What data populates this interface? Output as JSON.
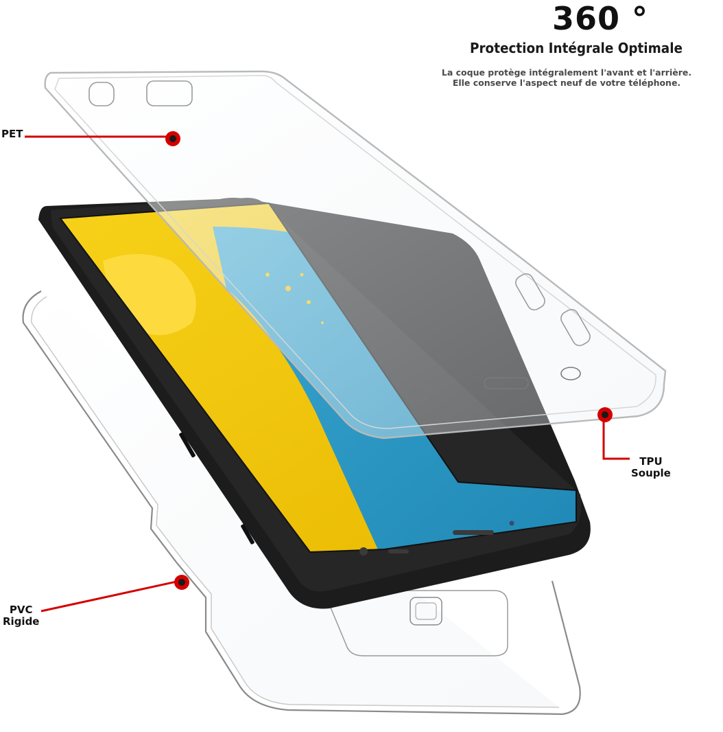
{
  "header": {
    "number": "360 °",
    "title": "Protection Intégrale Optimale",
    "description_line1": "La coque protège intégralement l'avant et l'arrière.",
    "description_line2": "Elle conserve l'aspect neuf de votre téléphone."
  },
  "callouts": {
    "pet": "PET",
    "tpu_line1": "TPU",
    "tpu_line2": "Souple",
    "pvc_line1": "PVC",
    "pvc_line2": "Rigide"
  },
  "colors": {
    "callout_red": "#d40000",
    "phone_body": "#1b1b1b",
    "screen_yellow": "#f2c400",
    "screen_blue": "#2c9cc7"
  }
}
